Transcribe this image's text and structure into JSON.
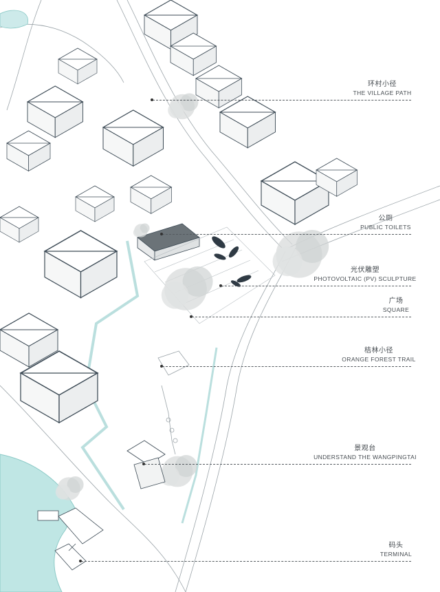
{
  "colors": {
    "water": "#bfe6e4",
    "water_edge": "#8ac9c6",
    "stream": "#cdeaea",
    "roof": "#ffffff",
    "outline": "#3c4a55",
    "tree": "#d6d9d9",
    "sculpture": "#2f3a44",
    "leader": "#555b60"
  },
  "labels": [
    {
      "zh": "环村小径",
      "en": "THE VILLAGE PATH"
    },
    {
      "zh": "公厕",
      "en": "PUBLIC TOILETS"
    },
    {
      "zh": "光伏雕塑",
      "en": "PHOTOVOLTAIC (PV) SCULPTURE"
    },
    {
      "zh": "广场",
      "en": "SQUARE"
    },
    {
      "zh": "桔林小径",
      "en": "ORANGE FOREST TRAIL"
    },
    {
      "zh": "景观台",
      "en": "UNDERSTAND THE WANGPINGTAI"
    },
    {
      "zh": "码头",
      "en": "TERMINAL"
    }
  ]
}
